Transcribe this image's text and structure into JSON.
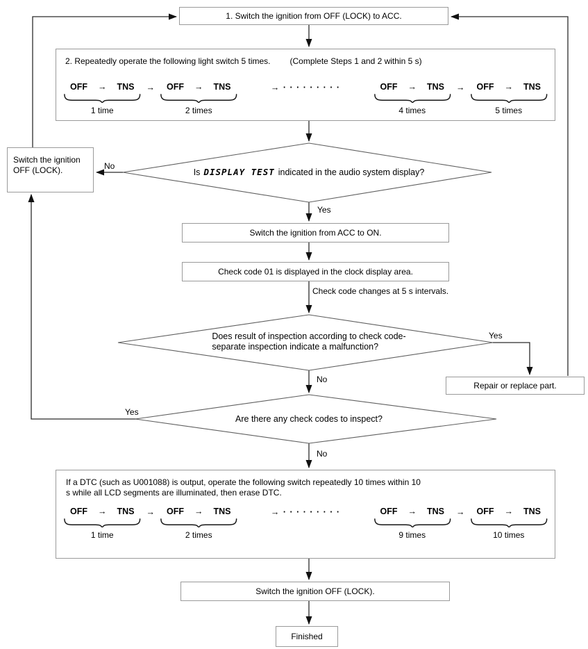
{
  "colors": {
    "line": "#2b2b2b",
    "box_border": "#9a9a9a",
    "text": "#000000"
  },
  "labels": {
    "yes": "Yes",
    "no": "No"
  },
  "diagram": {
    "step1": "1. Switch the ignition from OFF (LOCK) to ACC.",
    "step2": {
      "title": "2. Repeatedly operate the following light switch 5 times.",
      "note": "(Complete Steps 1 and 2 within 5 s)"
    },
    "cycle": {
      "off": "OFF",
      "arrow": "→",
      "tns": "TNS",
      "dots": "→ · · · · · · · · ·"
    },
    "seq5_counts": [
      "1 time",
      "2 times",
      "4 times",
      "5 times"
    ],
    "q_display": {
      "pre": "Is",
      "lcd": "DISPLAY TEST",
      "post": "indicated in the audio system display?"
    },
    "ignition_off_side": "Switch the ignition OFF (LOCK).",
    "acc_to_on": "Switch the ignition from ACC to ON.",
    "check_code": "Check code 01 is displayed in the clock display area.",
    "interval_note": "Check code changes at 5 s intervals.",
    "q_malfunction_line1": "Does result of inspection according to check code-",
    "q_malfunction_line2": "separate inspection indicate a malfunction?",
    "repair": "Repair or replace part.",
    "q_codes": "Are there any check codes to inspect?",
    "dtc": {
      "line1": "If a DTC (such as U001088) is output, operate the following switch repeatedly 10 times within 10",
      "line2": "s while all LCD segments are illuminated, then erase DTC."
    },
    "seq10_counts": [
      "1 time",
      "2 times",
      "9 times",
      "10 times"
    ],
    "ignition_off_final": "Switch the ignition OFF (LOCK).",
    "finished": "Finished"
  }
}
